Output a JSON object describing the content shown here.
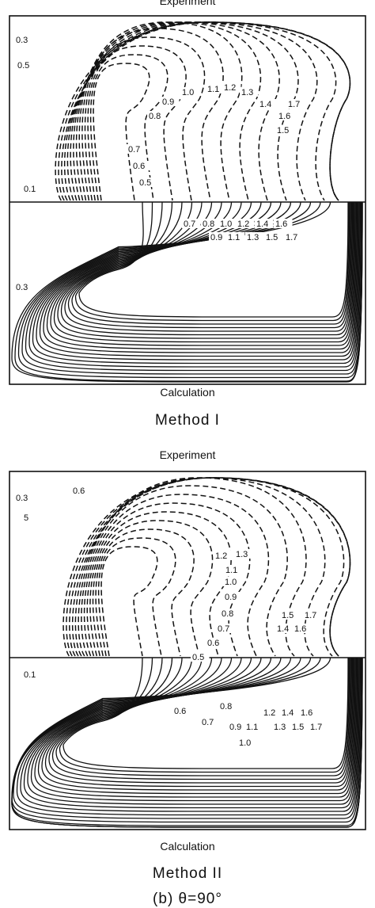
{
  "panels": [
    {
      "top_label": "Experiment",
      "bottom_label": "Calculation",
      "method": "Method I",
      "experiment_labels": [
        "0.3",
        "0.5",
        "1.0",
        "1.1",
        "1.2",
        "1.3",
        "0.9",
        "1.4",
        "1.7",
        "0.8",
        "1.6",
        "1.5",
        "0.7",
        "0.6",
        "0.5",
        "0.1"
      ],
      "calculation_labels": [
        "0.7",
        "0.8",
        "1.0",
        "1.2",
        "1.4",
        "1.6",
        "0.9",
        "1.1",
        "1.3",
        "1.5",
        "1.7",
        "0.3"
      ]
    },
    {
      "top_label": "Experiment",
      "bottom_label": "Calculation",
      "method": "Method II",
      "experiment_labels": [
        "0.3",
        "0.6",
        "5",
        "1.2",
        "1.3",
        "1.1",
        "1.0",
        "0.9",
        "0.8",
        "1.5",
        "1.7",
        "0.7",
        "1.4",
        "1.6",
        "0.6",
        "0.5",
        "0.1"
      ],
      "calculation_labels": [
        "0.6",
        "0.8",
        "0.7",
        "0.9",
        "1.1",
        "1.2",
        "1.4",
        "1.6",
        "1.3",
        "1.5",
        "1.7",
        "1.0"
      ]
    }
  ],
  "footer_caption": "(b) θ=90°"
}
